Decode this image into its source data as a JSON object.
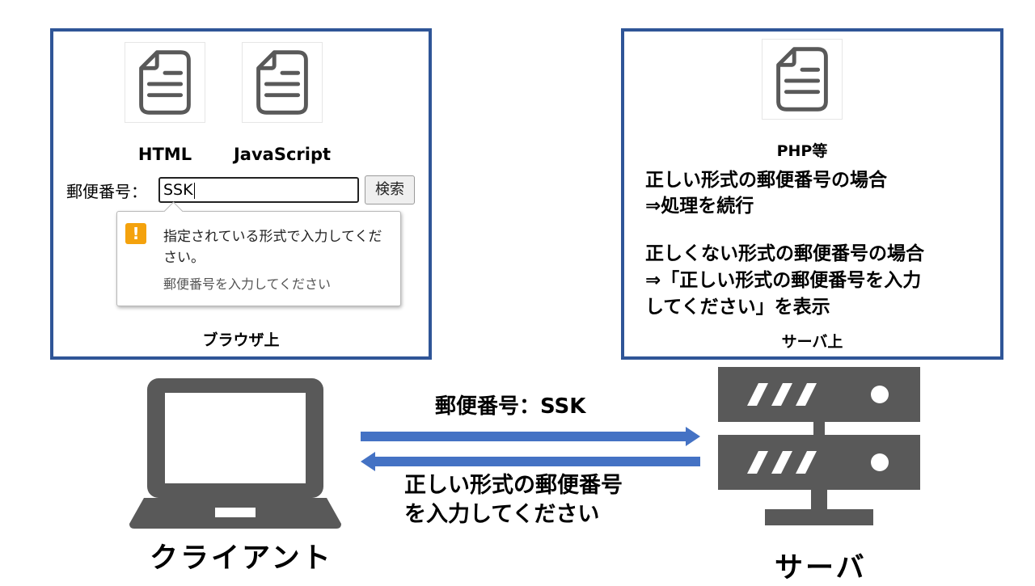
{
  "browser": {
    "files": [
      {
        "name": "HTML",
        "icon": "document-icon"
      },
      {
        "name": "JavaScript",
        "icon": "document-icon"
      }
    ],
    "zip_label": "郵便番号：",
    "zip_value": "SSK",
    "search_button": "検索",
    "tooltip": {
      "icon": "warning-icon",
      "icon_glyph": "!",
      "message": "指定されている形式で入力してください。",
      "hint": "郵便番号を入力してください"
    },
    "caption": "ブラウザ上"
  },
  "server": {
    "file": {
      "name": "PHP等",
      "icon": "document-icon"
    },
    "valid_line1": "正しい形式の郵便番号の場合",
    "valid_line2": "⇒処理を続行",
    "invalid_line1": "正しくない形式の郵便番号の場合",
    "invalid_line2": "⇒「正しい形式の郵便番号を入力",
    "invalid_line3": "してください」を表示",
    "caption": "サーバ上"
  },
  "flow": {
    "request_label": "郵便番号：SSK",
    "response_line1": "正しい形式の郵便番号",
    "response_line2": "を入力してください"
  },
  "client_label": "クライアント",
  "server_label": "サーバ",
  "colors": {
    "panel_border": "#2f5597",
    "arrow": "#4472c4",
    "icon_gray": "#595959",
    "warning": "#f4a20d"
  }
}
